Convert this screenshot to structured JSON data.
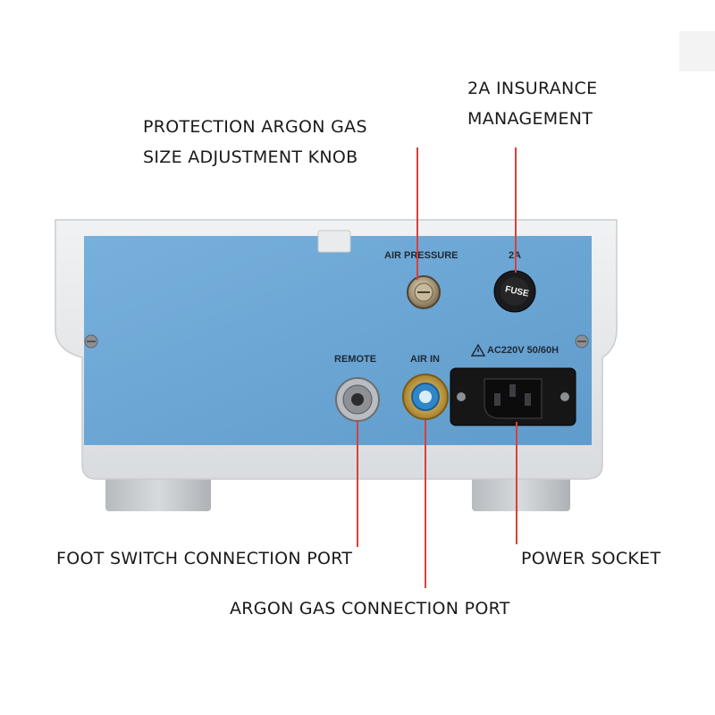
{
  "callouts": {
    "knob": [
      "PROTECTION ARGON GAS",
      "SIZE ADJUSTMENT KNOB"
    ],
    "fuse": [
      "2A INSURANCE",
      "MANAGEMENT"
    ],
    "foot_switch": "FOOT SWITCH CONNECTION PORT",
    "argon_port": "ARGON GAS CONNECTION PORT",
    "power_socket": "POWER SOCKET"
  },
  "panel_labels": {
    "air_pressure": "AIR PRESSURE",
    "fuse_rating": "2A",
    "fuse_cap": "FUSE",
    "remote": "REMOTE",
    "air_in": "AIR IN",
    "ac_rating": "AC220V  50/60H"
  },
  "colors": {
    "leader_line": "#d8413a",
    "panel_blue": "#6fa8d6",
    "housing_gray": "#e4e6e8"
  }
}
